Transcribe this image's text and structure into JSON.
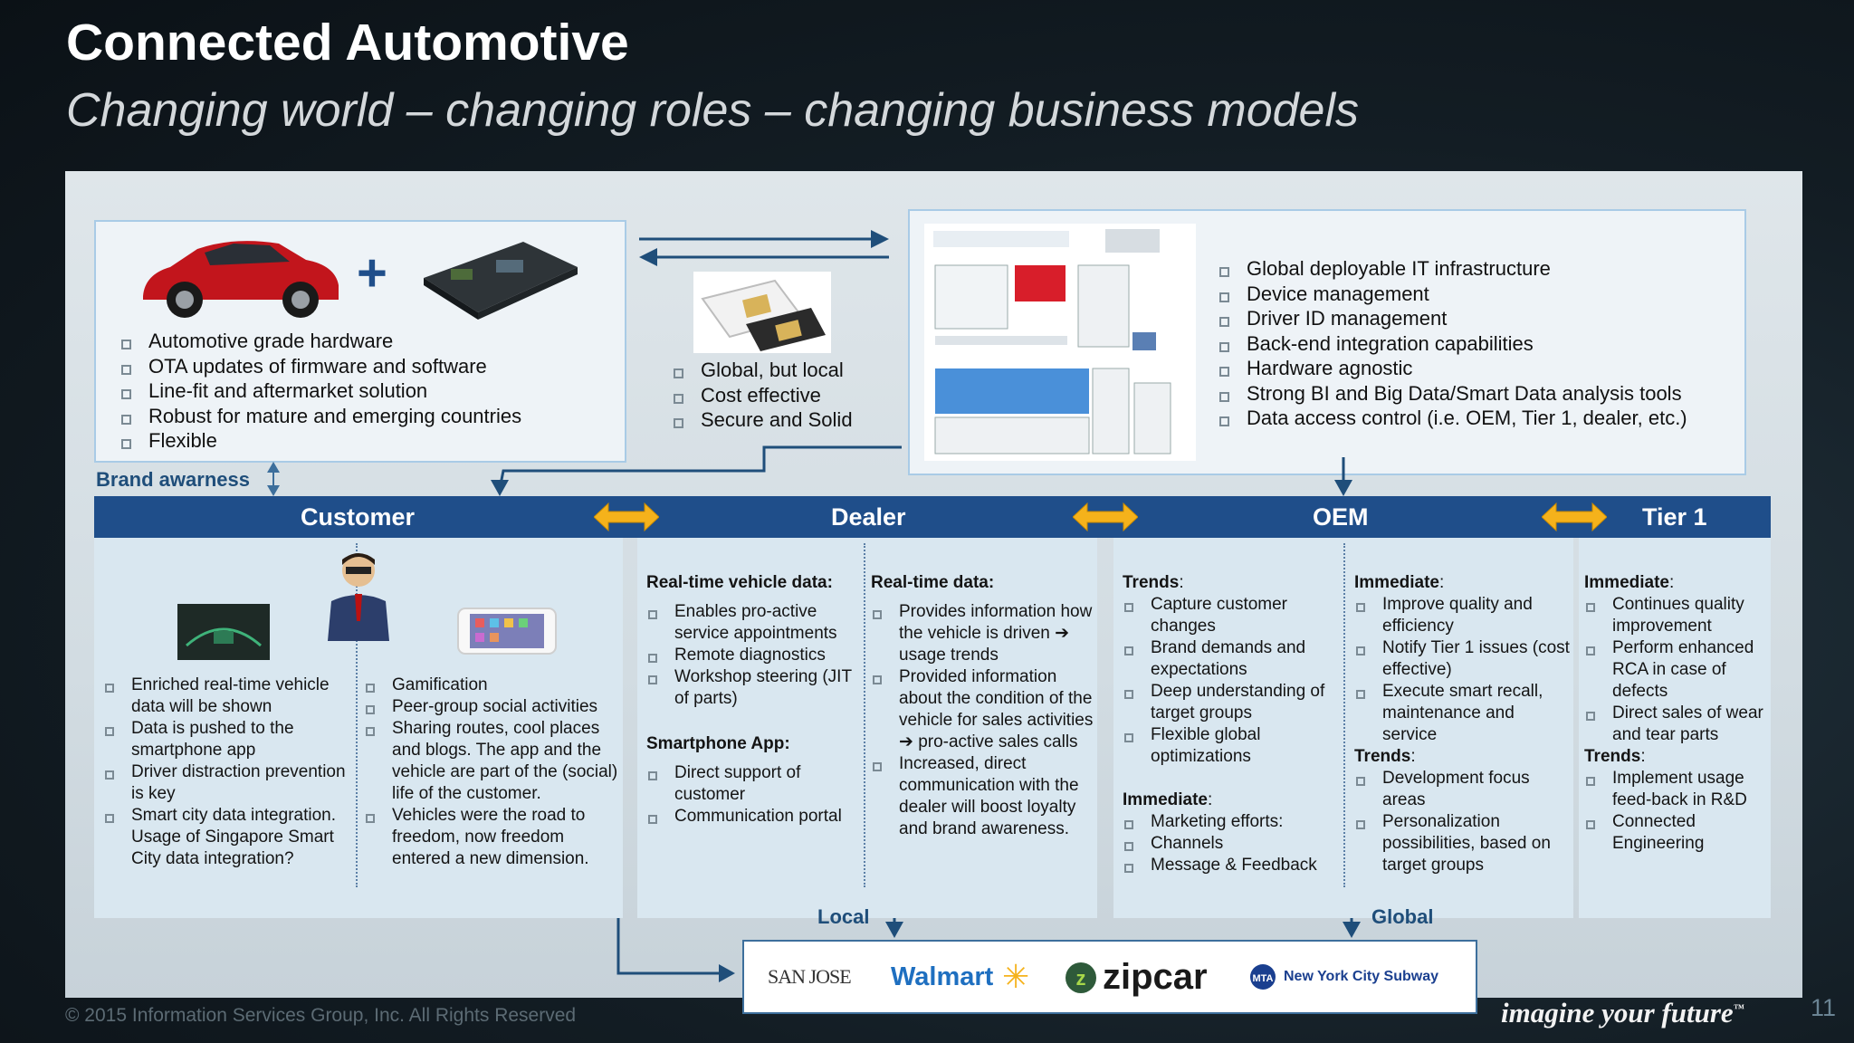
{
  "title": "Connected Automotive",
  "subtitle": "Changing world – changing roles – changing business models",
  "hardware": {
    "items": [
      "Automotive grade hardware",
      "OTA updates of firmware and software",
      "Line-fit and aftermarket solution",
      "Robust for mature and emerging countries",
      "Flexible"
    ]
  },
  "sim": {
    "items": [
      "Global, but local",
      "Cost effective",
      "Secure and Solid"
    ]
  },
  "platform": {
    "items": [
      "Global deployable IT infrastructure",
      "Device management",
      "Driver ID management",
      "Back-end integration capabilities",
      "Hardware agnostic",
      "Strong BI and Big Data/Smart Data analysis tools",
      "Data access control (i.e. OEM, Tier 1, dealer, etc.)"
    ]
  },
  "brand_awareness": "Brand awarness",
  "band": {
    "customer": "Customer",
    "dealer": "Dealer",
    "oem": "OEM",
    "tier1": "Tier 1"
  },
  "customer": {
    "left_items": [
      "Enriched real-time vehicle data will be shown",
      "Data is pushed to the smartphone app",
      "Driver distraction prevention is key",
      "Smart city data integration. Usage of Singapore Smart City data integration?"
    ],
    "right_items": [
      "Gamification",
      "Peer-group social activities",
      "Sharing routes, cool places and blogs. The app and the vehicle are part of the (social) life of the customer.",
      "Vehicles were the road to freedom, now freedom entered a new dimension."
    ]
  },
  "dealer": {
    "left_heading": "Real-time vehicle data:",
    "left_items": [
      "Enables pro-active service appointments",
      "Remote diagnostics",
      "Workshop steering (JIT of parts)"
    ],
    "app_heading": "Smartphone App:",
    "app_items": [
      "Direct support of customer",
      "Communication portal"
    ],
    "right_heading": "Real-time data:",
    "right_items": [
      "Provides information how the vehicle is driven ➔ usage trends",
      "Provided information about the condition of the vehicle for sales activities ➔ pro-active sales calls",
      "Increased, direct communication with the dealer will boost loyalty and brand awareness."
    ]
  },
  "oem": {
    "trends_heading": "Trends",
    "trends_items": [
      "Capture customer changes",
      "Brand demands and expectations",
      "Deep understanding of target groups",
      "Flexible global optimizations"
    ],
    "immediate_heading": "Immediate",
    "immediate_items": [
      "Marketing efforts:",
      "Channels",
      "Message & Feedback"
    ],
    "r_immediate_heading": "Immediate",
    "r_immediate_items": [
      "Improve quality and efficiency",
      "Notify Tier 1 issues (cost effective)",
      "Execute smart recall, maintenance and service"
    ],
    "r_trends_heading": "Trends",
    "r_trends_items": [
      "Development focus areas",
      "Personalization possibilities, based on target groups"
    ]
  },
  "tier1": {
    "immediate_heading": "Immediate",
    "immediate_items": [
      "Continues quality improvement",
      "Perform enhanced RCA in case of defects",
      "Direct sales of wear and tear parts"
    ],
    "trends_heading": "Trends",
    "trends_items": [
      "Implement usage feed-back in R&D",
      "Connected Engineering"
    ]
  },
  "local_label": "Local",
  "global_label": "Global",
  "partners": {
    "sanjose": "SAN JOSE",
    "walmart": "Walmart",
    "zipcar": "zipcar",
    "nyc": "New York City Subway"
  },
  "footer": "© 2015 Information Services Group, Inc. All Rights Reserved",
  "tagline": "imagine your future",
  "page_number": "11",
  "colors": {
    "band": "#1f4e8a",
    "accent_arrow": "#f5b21b",
    "arrow_line": "#1f4e7a"
  }
}
